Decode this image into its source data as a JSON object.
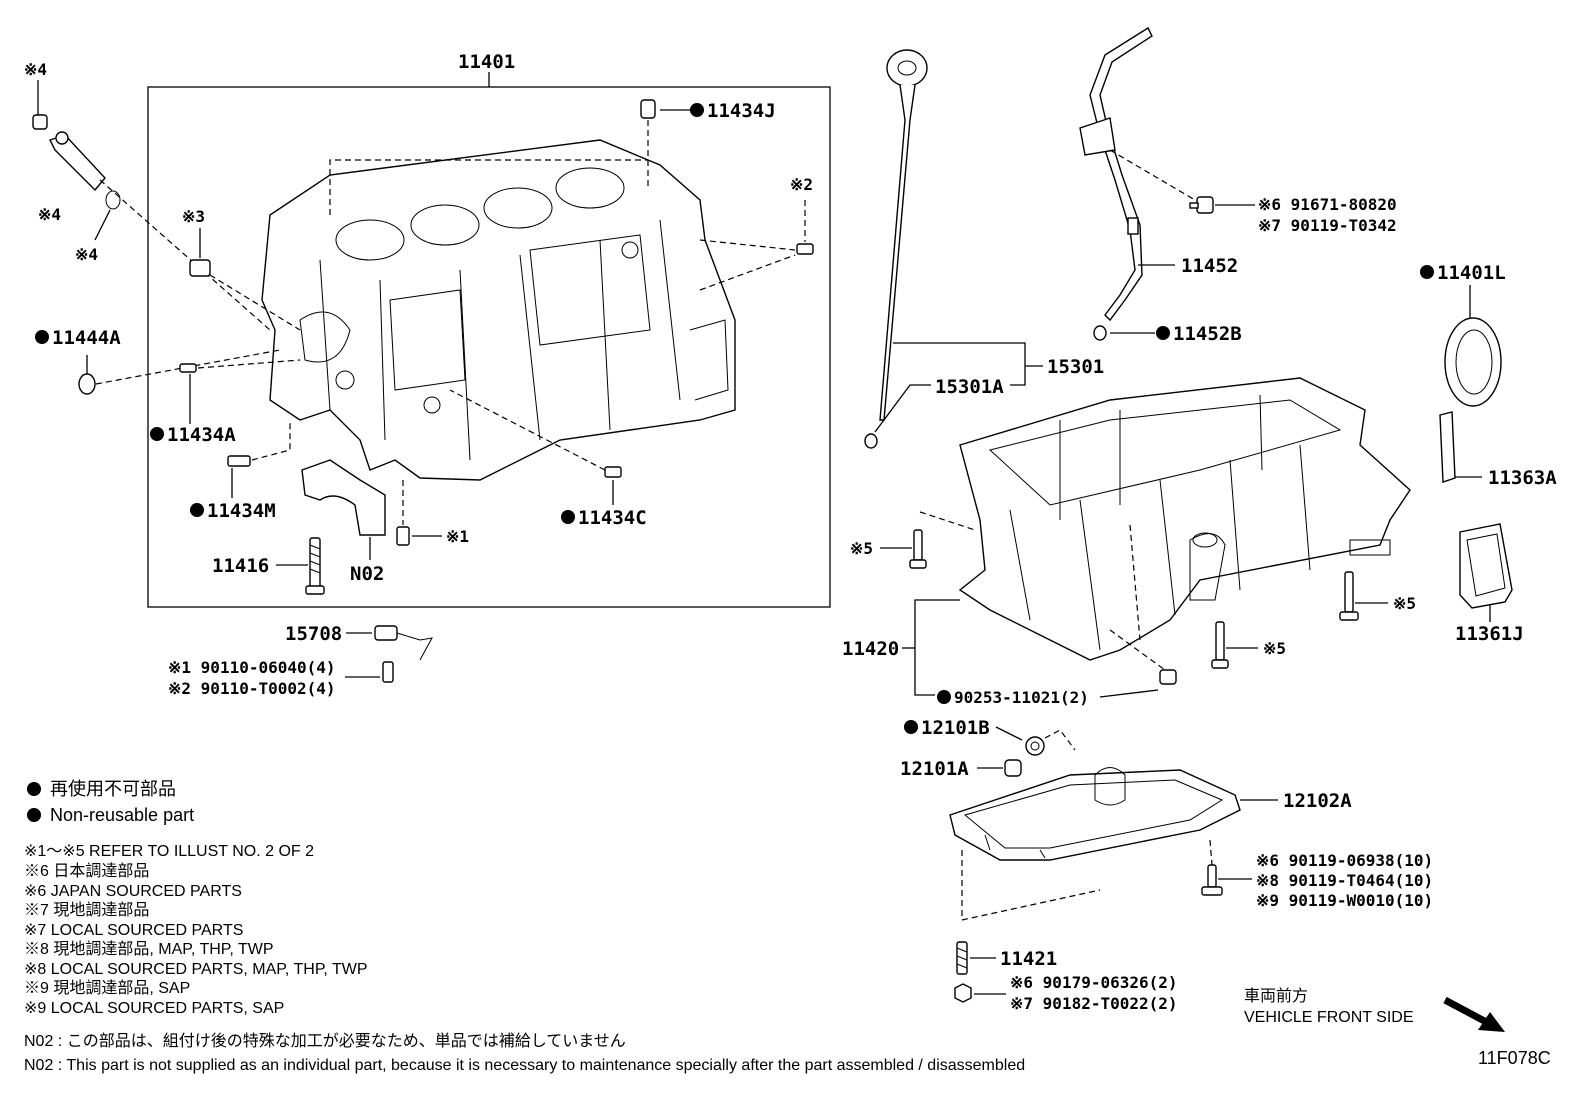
{
  "parts": {
    "p11401": "11401",
    "p11434J": "11434J",
    "sym2": "※2",
    "sym4a": "※4",
    "sym4b": "※4",
    "sym4c": "※4",
    "sym3": "※3",
    "p11444A": "11444A",
    "p11434A": "11434A",
    "p11434M": "11434M",
    "p11434C": "11434C",
    "sym1": "※1",
    "p11416": "11416",
    "pN02": "N02",
    "p15708": "15708",
    "bolt1": "※1 90110-06040(4)",
    "bolt2": "※2 90110-T0002(4)",
    "p15301": "15301",
    "p15301A": "15301A",
    "bolt6a": "※6 91671-80820",
    "bolt7a": "※7 90119-T0342",
    "p11452": "11452",
    "p11452B": "11452B",
    "p11401L": "11401L",
    "p11363A": "11363A",
    "p11361J": "11361J",
    "sym5a": "※5",
    "sym5b": "※5",
    "sym5c": "※5",
    "p11420": "11420",
    "p90253": "90253-11021(2)",
    "p12101B": "12101B",
    "p12101A": "12101A",
    "p12102A": "12102A",
    "bolt6b": "※6 90119-06938(10)",
    "bolt8b": "※8 90119-T0464(10)",
    "bolt9b": "※9 90119-W0010(10)",
    "p11421": "11421",
    "nut6": "※6 90179-06326(2)",
    "nut7": "※7 90182-T0022(2)"
  },
  "legend": {
    "nonreusable_jp": "再使用不可部品",
    "nonreusable_en": "Non-reusable part"
  },
  "notes": [
    "※1～※5  REFER TO ILLUST NO. 2 OF 2",
    "※6  日本調達部品",
    "※6  JAPAN SOURCED PARTS",
    "※7  現地調達部品",
    "※7  LOCAL SOURCED PARTS",
    "※8  現地調達部品, MAP, THP, TWP",
    "※8  LOCAL SOURCED PARTS, MAP, THP, TWP",
    "※9  現地調達部品, SAP",
    "※9  LOCAL SOURCED PARTS, SAP"
  ],
  "n02_notes": {
    "jp": "N02 : この部品は、組付け後の特殊な加工が必要なため、単品では補給していません",
    "en": "N02 : This part is not supplied as an individual part, because it is necessary to maintenance specially after the part assembled / disassembled"
  },
  "vehicle_front": {
    "jp": "車両前方",
    "en": "VEHICLE FRONT SIDE"
  },
  "illustration_code": "11F078C"
}
